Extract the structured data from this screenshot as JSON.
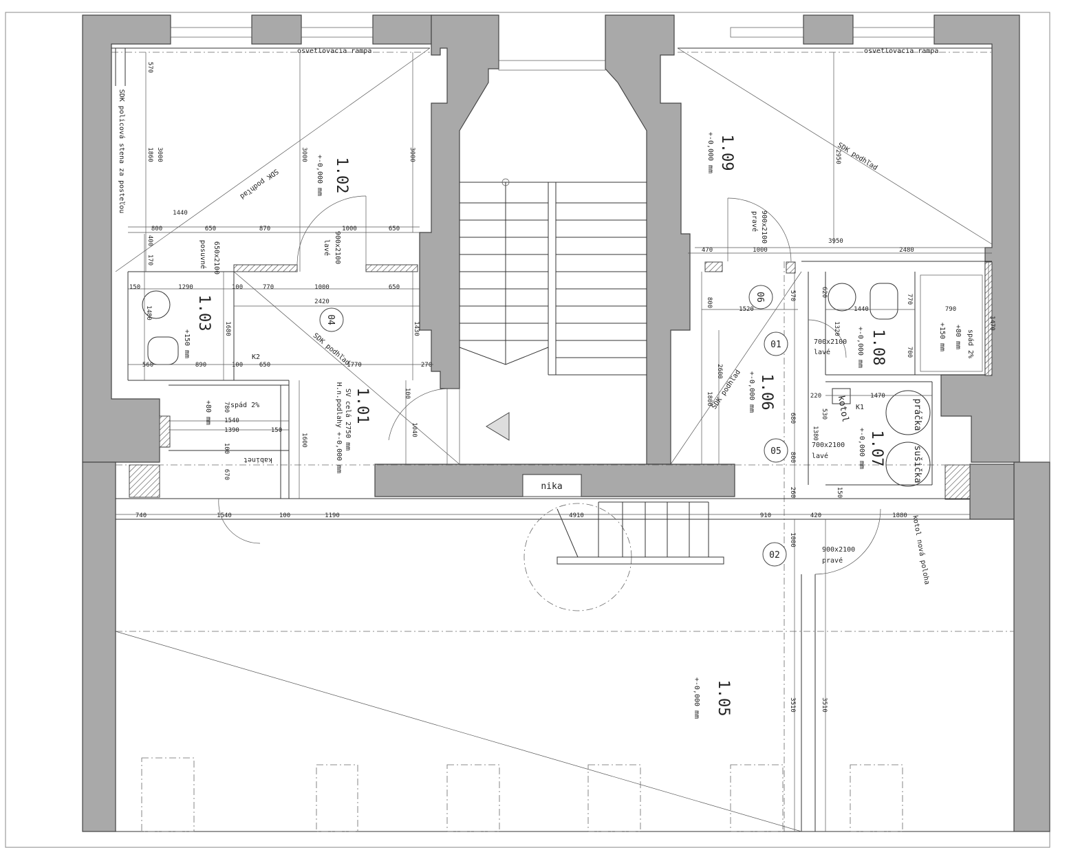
{
  "rooms": [
    {
      "number": "1.01",
      "elevation": "+-0,000 mm",
      "note1": "SV celá 2750 mm",
      "note2": "H.n.podlahy +-0,000 mm"
    },
    {
      "number": "1.02",
      "elevation": "+-0,000 mm"
    },
    {
      "number": "1.03",
      "elevation": "+150 mm"
    },
    {
      "number": "1.05",
      "elevation": "+-0,000 mm"
    },
    {
      "number": "1.06",
      "elevation": "+-0,000 mm"
    },
    {
      "number": "1.07",
      "elevation": "+-0,000 mm"
    },
    {
      "number": "1.08",
      "elevation": "+-0,000 mm"
    },
    {
      "number": "1.09",
      "elevation": "+-0,000 mm"
    }
  ],
  "level_small_a": "+80 mm",
  "level_small_b": "+150 mm",
  "level_small_c": "+80 mm",
  "door_tags": [
    "01",
    "02",
    "04",
    "05",
    "06"
  ],
  "doors": [
    {
      "size": "900x2100",
      "hand": "lavé"
    },
    {
      "size": "900x2100",
      "hand": "pravé"
    },
    {
      "size": "700x2100",
      "hand": "lavé"
    },
    {
      "size": "700x2100",
      "hand": "lavé"
    },
    {
      "size": "900x2100",
      "hand": "pravé"
    },
    {
      "size": "650x2100",
      "hand": "posuvné"
    }
  ],
  "labels": {
    "ramp_left": "osvetlovacia rampa",
    "ramp_right": "osvetlovacia rampa",
    "sdk_wall": "SDK policová stena za posteľou",
    "sdk_ceiling_1": "SDK podhľad",
    "sdk_ceiling_2": "SDK podhľad",
    "sdk_ceiling_3": "SDK podhľad",
    "sdk_ceiling_4": "SDK podhľad",
    "nika": "nika",
    "kotol": "kotol",
    "kotol_new": "kotol nová poloha",
    "pracka": "práčka",
    "susicka": "sušička",
    "spad_left": "spád 2%",
    "spad_right": "spád 2%",
    "k1": "K1",
    "k2": "K2",
    "kabinet": "kabinet"
  },
  "dims": {
    "d570": "570",
    "d1860": "1860",
    "d3000a": "3000",
    "d3000b": "3000",
    "d3000c": "3000",
    "d1440": "1440",
    "d800": "800",
    "d650a": "650",
    "d870": "870",
    "d1000a": "1000",
    "d650b": "650",
    "d400": "400",
    "d170": "170",
    "d150": "150",
    "d1290": "1290",
    "d100a": "100",
    "d770": "770",
    "d1000b": "1000",
    "d650c": "650",
    "d2420": "2420",
    "d1480": "1480",
    "d1680": "1680",
    "d560": "560",
    "d890": "890",
    "d100b": "100",
    "d650d": "650",
    "d1770": "1770",
    "d270": "270",
    "d1430": "1430",
    "d100c": "100",
    "d1040": "1040",
    "d1600": "1600",
    "d780": "780",
    "d1540a": "1540",
    "d1390": "1390",
    "d150b": "150",
    "d100d": "100",
    "d670": "670",
    "d740": "740",
    "d1540b": "1540",
    "d100e": "100",
    "d1190": "1190",
    "d4910": "4910",
    "d910": "910",
    "d420": "420",
    "d1880": "1880",
    "d2950": "2950",
    "d470": "470",
    "d1000c": "1000",
    "d3950": "3950",
    "d2480": "2480",
    "d570b": "570",
    "d1520": "1520",
    "d800b": "800",
    "d2600": "2600",
    "d1800": "1800",
    "d620": "620",
    "d1440b": "1440",
    "d770b": "770",
    "d790": "790",
    "d1320": "1320",
    "d700": "700",
    "d1470": "1470",
    "d1470b": "1470",
    "d220": "220",
    "d530": "530",
    "d1380": "1380",
    "d800c": "800",
    "d680": "680",
    "d260": "260",
    "d150c": "150",
    "d1000d": "1000",
    "d3510a": "3510",
    "d3510b": "3510"
  }
}
